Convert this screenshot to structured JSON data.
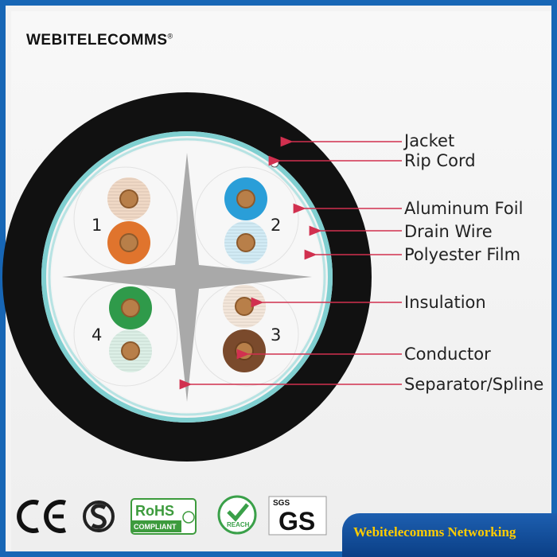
{
  "brand": {
    "name": "WEBITELECOMMS",
    "mark": "®"
  },
  "labels": {
    "jacket": "Jacket",
    "rip_cord": "Rip Cord",
    "aluminum_foil": "Aluminum Foil",
    "drain_wire": "Drain Wire",
    "polyester_film": "Polyester Film",
    "insulation": "Insulation",
    "conductor": "Conductor",
    "separator": "Separator/Spline"
  },
  "pairs": {
    "p1": "1",
    "p2": "2",
    "p3": "3",
    "p4": "4"
  },
  "certs": {
    "rohs_top": "RoHS",
    "rohs_bottom": "COMPLIANT",
    "reach": "REACH",
    "sgs": "SGS",
    "gs": "GS"
  },
  "footer": {
    "text": "Webitelecomms Networking"
  },
  "colors": {
    "frame": "#1766b5",
    "jacket": "#111111",
    "foil_ring": "#7fcfd0",
    "arrow": "#d1304f",
    "footer_text": "#ffcc00",
    "pair_colors": [
      "#e8c4a8",
      "#e0742d",
      "#2a9ed8",
      "#b9e0ef",
      "#2f9a4a",
      "#c9e6d8",
      "#ecd8c6",
      "#7a4a2c"
    ]
  }
}
